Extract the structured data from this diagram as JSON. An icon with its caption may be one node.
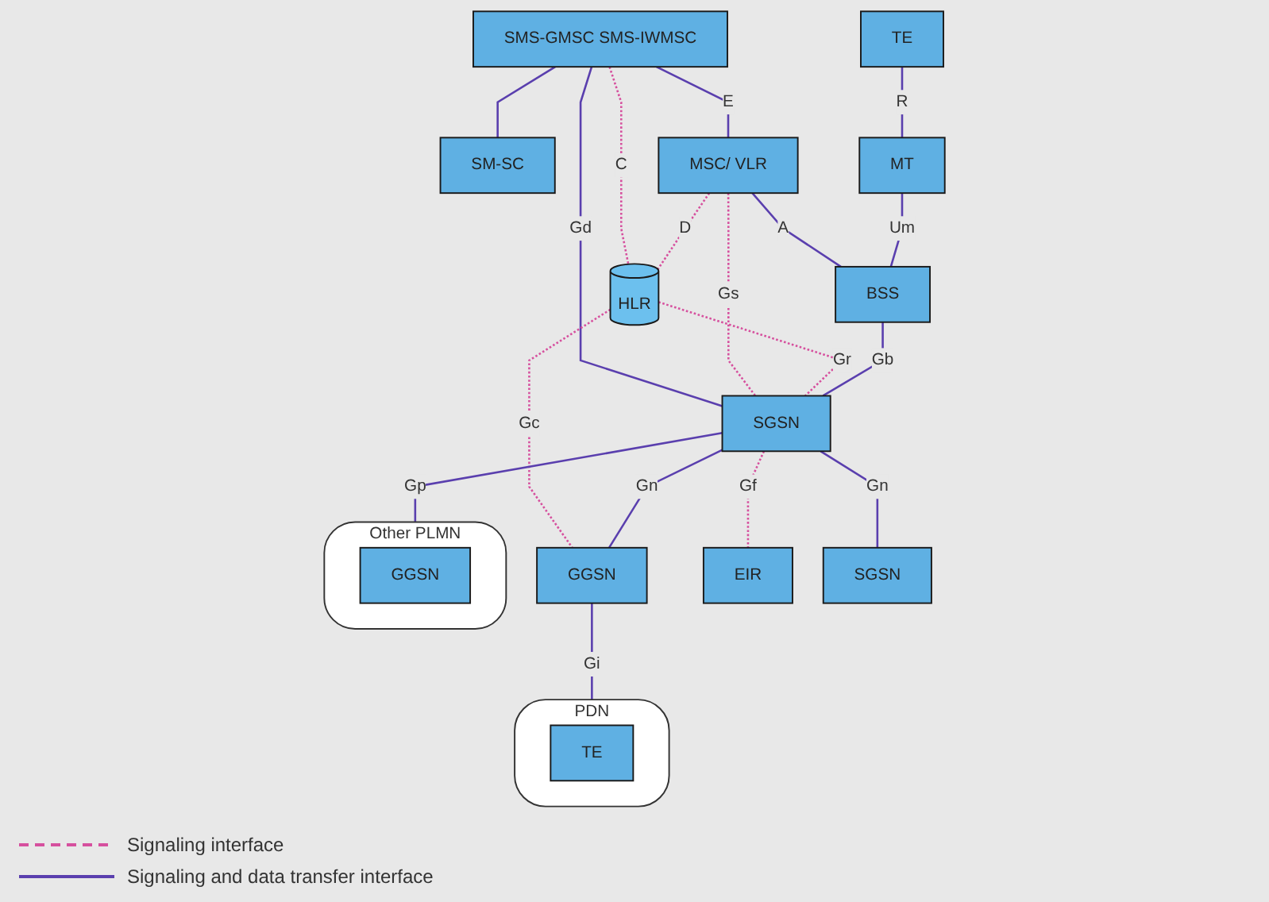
{
  "diagram": {
    "nodes": [
      {
        "text": [
          "SMS-GMSC SMS-IWMSC"
        ]
      },
      {
        "text": [
          "SM-SC"
        ]
      },
      {
        "text": [
          "MSC/ VLR"
        ]
      },
      {
        "text": [
          "HLR"
        ]
      },
      {
        "text": [
          "TE"
        ]
      },
      {
        "text": [
          "MT"
        ]
      },
      {
        "text": [
          "BSS"
        ]
      },
      {
        "text": [
          "SGSN"
        ]
      },
      {
        "text": [
          "GGSN"
        ]
      },
      {
        "text": [
          "PDN"
        ]
      },
      {
        "text": [
          "TE"
        ],
        "in": 9
      },
      {
        "text": [
          "EIR"
        ]
      },
      {
        "text": [
          "SGSN"
        ]
      },
      {
        "text": [
          "Other PLMN"
        ]
      },
      {
        "text": [
          "GGSN"
        ],
        "in": 13
      }
    ],
    "edges": [
      {
        "from": 0,
        "to": 1,
        "arrow": "none"
      },
      {
        "from": 0,
        "to": 2,
        "arrow": "none",
        "label": "E"
      },
      {
        "from": 0,
        "to": 7,
        "arrow": "none",
        "label": "Gd"
      },
      {
        "from": 0,
        "to": 3,
        "arrow": "none",
        "label": "C",
        "style": "dashed",
        "color": "#d6509e"
      },
      {
        "from": 2,
        "to": 3,
        "arrow": "none",
        "label": "D",
        "style": "dashed",
        "color": "#d6509e"
      },
      {
        "from": 2,
        "to": 6,
        "arrow": "none",
        "label": "A"
      },
      {
        "from": 2,
        "to": 7,
        "arrow": "none",
        "label": "Gs",
        "style": "dashed",
        "color": "#d6509e"
      },
      {
        "from": 3,
        "to": 7,
        "arrow": "none",
        "label": "Gr",
        "style": "dashed",
        "color": "#d6509e"
      },
      {
        "from": 3,
        "to": 8,
        "arrow": "none",
        "label": "Gc",
        "style": "dashed",
        "color": "#d6509e"
      },
      {
        "from": 4,
        "to": 5,
        "arrow": "none",
        "label": "R"
      },
      {
        "from": 5,
        "to": 6,
        "arrow": "none",
        "label": "Um"
      },
      {
        "from": 6,
        "to": 7,
        "arrow": "none",
        "label": "Gb"
      },
      {
        "from": 7,
        "to": 8,
        "arrow": "none",
        "label": "Gn"
      },
      {
        "from": 8,
        "to": 9,
        "arrow": "none",
        "label": "Gi"
      },
      {
        "from": 7,
        "to": 12,
        "arrow": "none",
        "label": "Gn"
      },
      {
        "from": 7,
        "to": 13,
        "arrow": "none",
        "label": "Gp"
      },
      {
        "from": 7,
        "to": 11,
        "arrow": "none",
        "label": "Gf",
        "style": "dashed",
        "color": "#d6509e"
      }
    ],
    "legend": [
      {
        "text": "Signaling interface"
      },
      {
        "text": "Signaling and data transfer interface"
      }
    ]
  }
}
